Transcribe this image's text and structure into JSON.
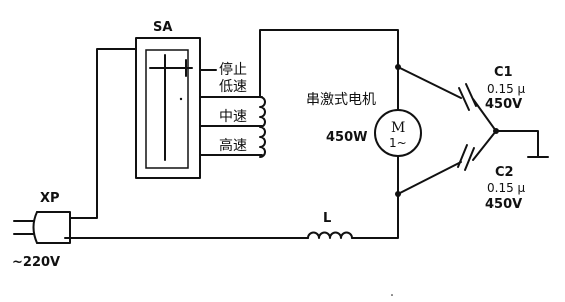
{
  "switch": {
    "ref": "SA",
    "positions": [
      "停止",
      "低速",
      "中速",
      "高速"
    ]
  },
  "plug": {
    "ref": "XP",
    "voltage": "~220V"
  },
  "inductor": {
    "ref": "L"
  },
  "motor": {
    "symbol": "M",
    "phase": "1~",
    "type": "串激式电机",
    "power": "450W"
  },
  "capacitors": [
    {
      "ref": "C1",
      "value": "0.15 μ",
      "voltage": "450V"
    },
    {
      "ref": "C2",
      "value": "0.15 μ",
      "voltage": "450V"
    }
  ]
}
